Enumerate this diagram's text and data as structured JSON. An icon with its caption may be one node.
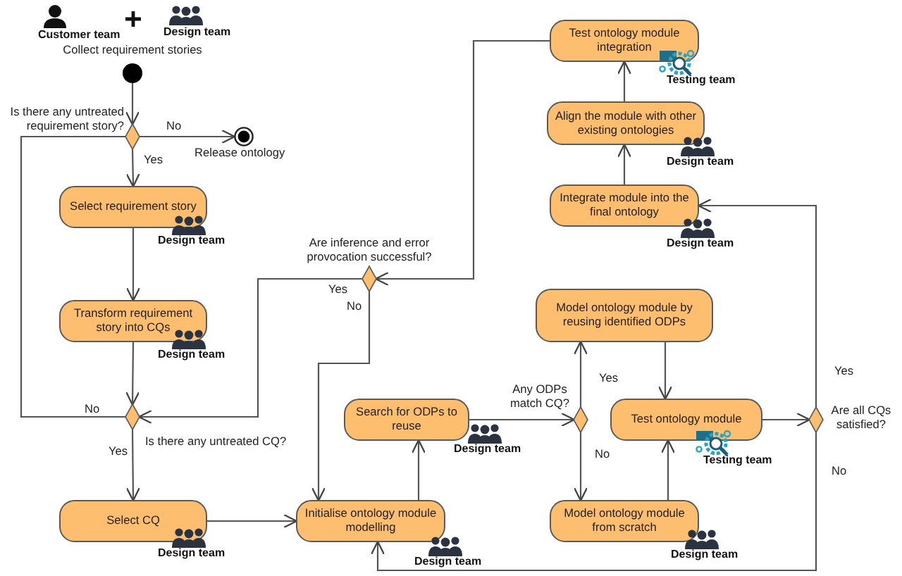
{
  "diagram": {
    "nodes": [
      {
        "text": [],
        "shape": "circle",
        "beside": [
          "Collect requirement stories"
        ]
      },
      {
        "text": [],
        "shape": "diamond",
        "beside": [
          "Is there any untreated requirement story?"
        ]
      },
      {
        "text": [],
        "shape": "circle",
        "beside": [
          "Release ontology"
        ]
      },
      {
        "text": [
          "Select requirement story"
        ],
        "beside": [
          "Design team"
        ]
      },
      {
        "text": [
          "Transform requirement story into CQs"
        ],
        "beside": [
          "Design team"
        ]
      },
      {
        "text": [],
        "shape": "diamond",
        "beside": [
          "Is there any untreated CQ?"
        ]
      },
      {
        "text": [
          "Select CQ"
        ],
        "beside": [
          "Design team"
        ]
      },
      {
        "text": [
          "Initialise ontology module modelling"
        ],
        "beside": [
          "Design team"
        ]
      },
      {
        "text": [
          "Search for ODPs to reuse"
        ],
        "beside": [
          "Design team"
        ]
      },
      {
        "text": [],
        "shape": "diamond",
        "beside": [
          "Any ODPs match CQ?"
        ]
      },
      {
        "text": [
          "Model ontology module by reusing identified ODPs"
        ]
      },
      {
        "text": [
          "Model ontology module from scratch"
        ],
        "beside": [
          "Design team"
        ]
      },
      {
        "text": [
          "Test ontology module"
        ],
        "beside": [
          "Testing team"
        ]
      },
      {
        "text": [],
        "shape": "diamond",
        "beside": [
          "Are all CQs satisfied?"
        ]
      },
      {
        "text": [
          "Integrate module into the final ontology"
        ],
        "beside": [
          "Design team"
        ]
      },
      {
        "text": [
          "Align the module with other existing ontologies"
        ],
        "beside": [
          "Design team"
        ]
      },
      {
        "text": [
          "Test ontology module integration"
        ],
        "beside": [
          "Testing team"
        ]
      },
      {
        "text": [],
        "shape": "diamond",
        "beside": [
          "Are inference and error provocation successful?"
        ]
      }
    ],
    "edges": [
      {
        "from": 0,
        "to": 1,
        "arrow": "to"
      },
      {
        "from": 1,
        "to": 2,
        "arrow": "to",
        "label": "No"
      },
      {
        "from": 1,
        "to": 3,
        "arrow": "to",
        "label": "Yes"
      },
      {
        "from": 3,
        "to": 4,
        "arrow": "to"
      },
      {
        "from": 4,
        "to": 5,
        "arrow": "to"
      },
      {
        "from": 5,
        "to": 1,
        "arrow": "none",
        "label": "No"
      },
      {
        "from": 5,
        "to": 6,
        "arrow": "to",
        "label": "Yes"
      },
      {
        "from": 17,
        "to": 5,
        "arrow": "to",
        "label": "Yes"
      },
      {
        "from": 17,
        "to": 7,
        "arrow": "to",
        "label": "No"
      },
      {
        "from": 6,
        "to": 7,
        "arrow": "to"
      },
      {
        "from": 7,
        "to": 8,
        "arrow": "to"
      },
      {
        "from": 8,
        "to": 9,
        "arrow": "to"
      },
      {
        "from": 9,
        "to": 10,
        "arrow": "to",
        "label": "Yes"
      },
      {
        "from": 9,
        "to": 11,
        "arrow": "to",
        "label": "No"
      },
      {
        "from": 10,
        "to": 12,
        "arrow": "to"
      },
      {
        "from": 11,
        "to": 12,
        "arrow": "to"
      },
      {
        "from": 12,
        "to": 13,
        "arrow": "to"
      },
      {
        "from": 13,
        "to": 14,
        "arrow": "to",
        "label": "Yes"
      },
      {
        "from": 13,
        "to": 7,
        "arrow": "to",
        "label": "No"
      },
      {
        "from": 14,
        "to": 15,
        "arrow": "to"
      },
      {
        "from": 15,
        "to": 16,
        "arrow": "to"
      },
      {
        "from": 16,
        "to": 17,
        "arrow": "to"
      }
    ],
    "labels": [
      "Customer team",
      "Design team"
    ]
  }
}
